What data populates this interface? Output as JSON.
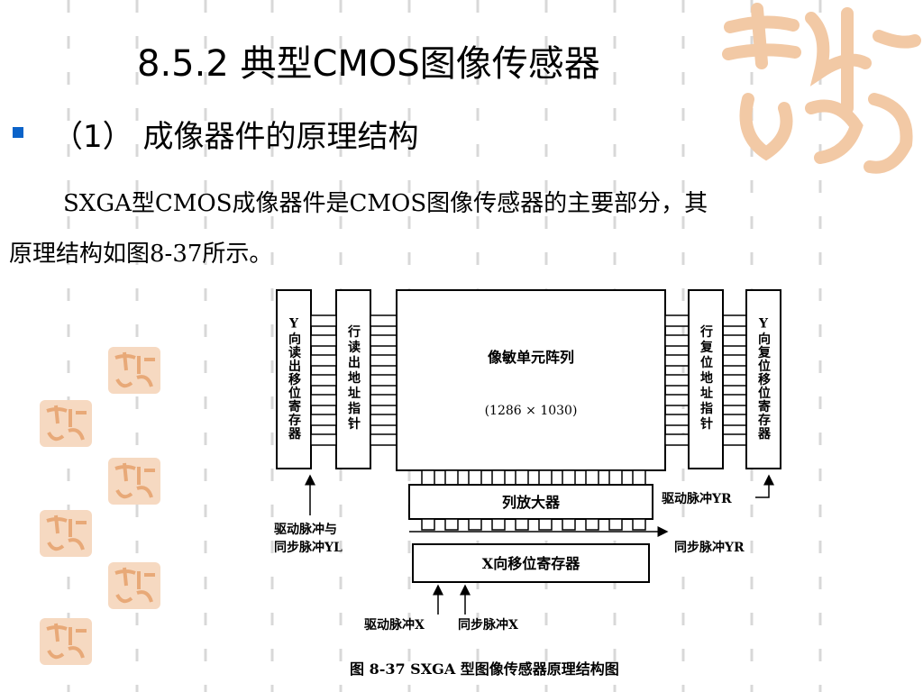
{
  "slide": {
    "title": "8.5.2  典型CMOS图像传感器",
    "subtitle": "（1） 成像器件的原理结构",
    "paragraph_line1": "SXGA型CMOS成像器件是CMOS图像传感器的主要部分，其",
    "paragraph_line2": "原理结构如图8-37所示。"
  },
  "diagram": {
    "y_readout_shift": "Y向读出移位寄存器",
    "row_readout_pointer": "行读出地址指针",
    "pixel_array_title": "像敏单元阵列",
    "pixel_array_size": "(1286 × 1030)",
    "row_reset_pointer": "行复位地址指针",
    "y_reset_shift": "Y向复位移位寄存器",
    "column_amp": "列放大器",
    "x_shift": "X向移位寄存器",
    "drive_sync_yl_line1": "驱动脉冲与",
    "drive_sync_yl_line2": "同步脉冲YL",
    "drive_yr": "驱动脉冲YR",
    "sync_yr": "同步脉冲YR",
    "drive_x": "驱动脉冲X",
    "sync_x": "同步脉冲X",
    "caption": "图 8-37    SXGA 型图像传感器原理结构图"
  },
  "colors": {
    "bullet": "#0b63c9",
    "watermark": "#f2c9a5",
    "logo_fill": "#e8a978"
  }
}
